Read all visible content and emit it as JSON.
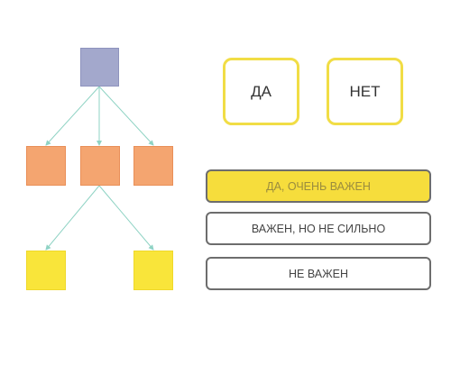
{
  "buttons": {
    "yes": "ДА",
    "no": "НЕТ"
  },
  "options": [
    {
      "label": "ДА, ОЧЕНЬ ВАЖЕН",
      "selected": true
    },
    {
      "label": "ВАЖЕН, НО НЕ СИЛЬНО",
      "selected": false
    },
    {
      "label": "НЕ ВАЖЕН",
      "selected": false
    }
  ],
  "colors": {
    "root": "#a3a8cc",
    "middle": "#f4a570",
    "leaf": "#f9e53a",
    "connector": "#8fd3c4",
    "highlight": "#f6dd3c"
  }
}
